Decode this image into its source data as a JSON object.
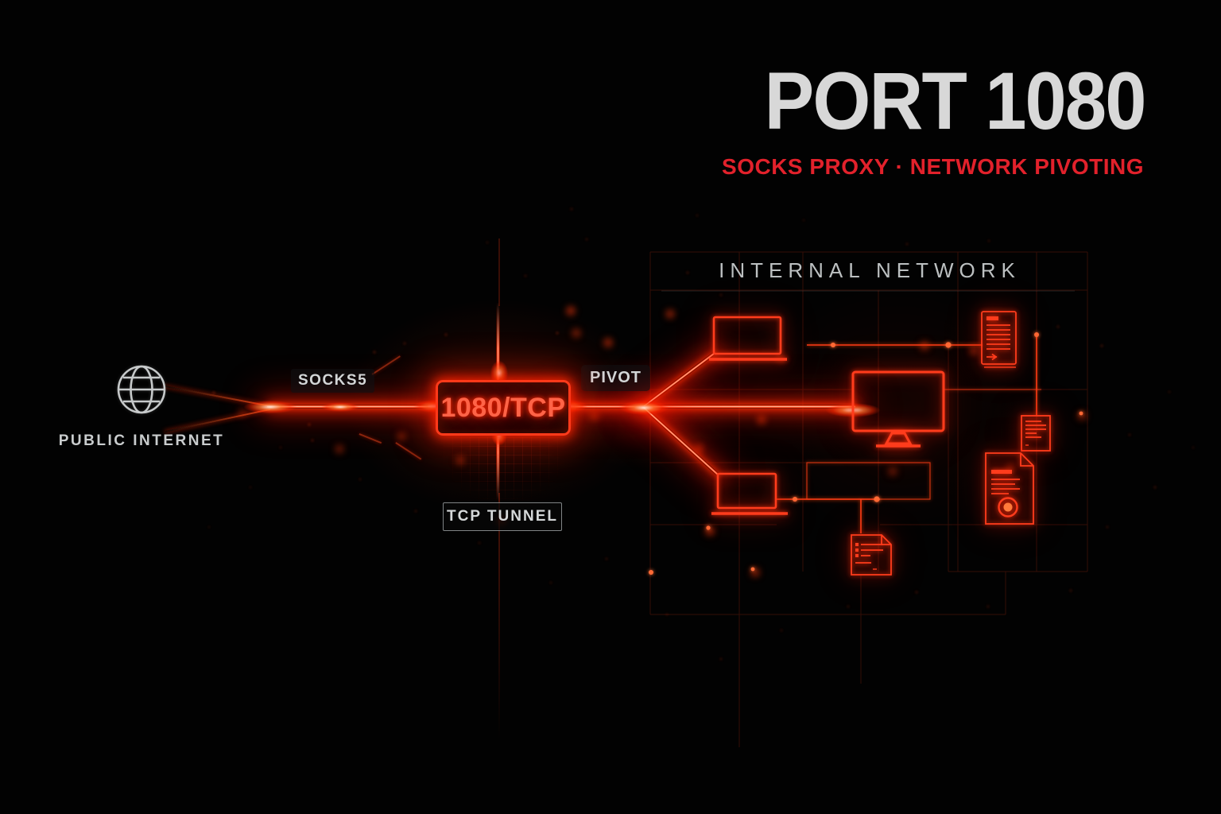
{
  "header": {
    "title": "PORT 1080",
    "subtitle": "SOCKS PROXY · NETWORK PIVOTING"
  },
  "nodes": {
    "public_internet": "PUBLIC INTERNET",
    "socks5": "SOCKS5",
    "port_box": "1080/TCP",
    "pivot": "PIVOT",
    "tcp_tunnel": "TCP TUNNEL",
    "internal_network": "INTERNAL NETWORK"
  },
  "icons": [
    "globe-icon",
    "laptop-icon",
    "laptop-icon",
    "monitor-icon",
    "server-icon",
    "document-icon",
    "certificate-seal-icon",
    "document-icon"
  ],
  "colors": {
    "background": "#020202",
    "beam_red": "#ff2e04",
    "beam_core": "#ffd2b8",
    "glow_red": "#ff1e00",
    "outline_red": "#ff3c1c",
    "title_gray": "#d8d8d8",
    "subtitle_red": "#e2212b",
    "label_gray": "#d3d6d7",
    "muted_gray": "#bcc0c1"
  }
}
